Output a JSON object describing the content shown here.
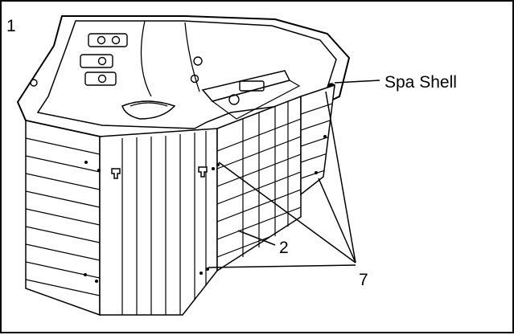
{
  "figure": {
    "number": "1",
    "labels": {
      "spa_shell": "Spa Shell",
      "cabinet_panel": "2",
      "fasteners": "7"
    }
  }
}
